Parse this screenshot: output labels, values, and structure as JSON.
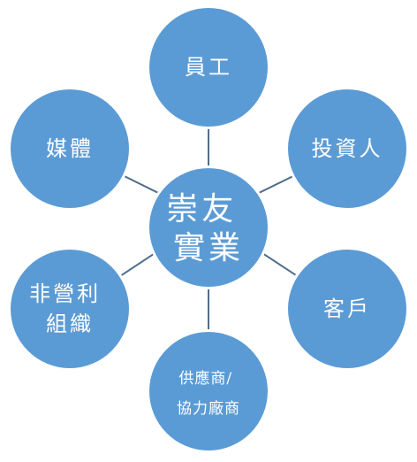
{
  "center": {
    "lines": [
      "崇友",
      "實業"
    ]
  },
  "stakeholders": [
    {
      "id": "employees",
      "lines": [
        "員工"
      ]
    },
    {
      "id": "investors",
      "lines": [
        "投資人"
      ]
    },
    {
      "id": "customers",
      "lines": [
        "客戶"
      ]
    },
    {
      "id": "suppliers",
      "lines": [
        "供應商/",
        "協力廠商"
      ]
    },
    {
      "id": "nonprofits",
      "lines": [
        "非營利",
        "組織"
      ]
    },
    {
      "id": "media",
      "lines": [
        "媒體"
      ]
    }
  ],
  "colors": {
    "node_fill": "#5b9bd5",
    "connector": "#4f6d8c",
    "text": "#ffffff"
  }
}
